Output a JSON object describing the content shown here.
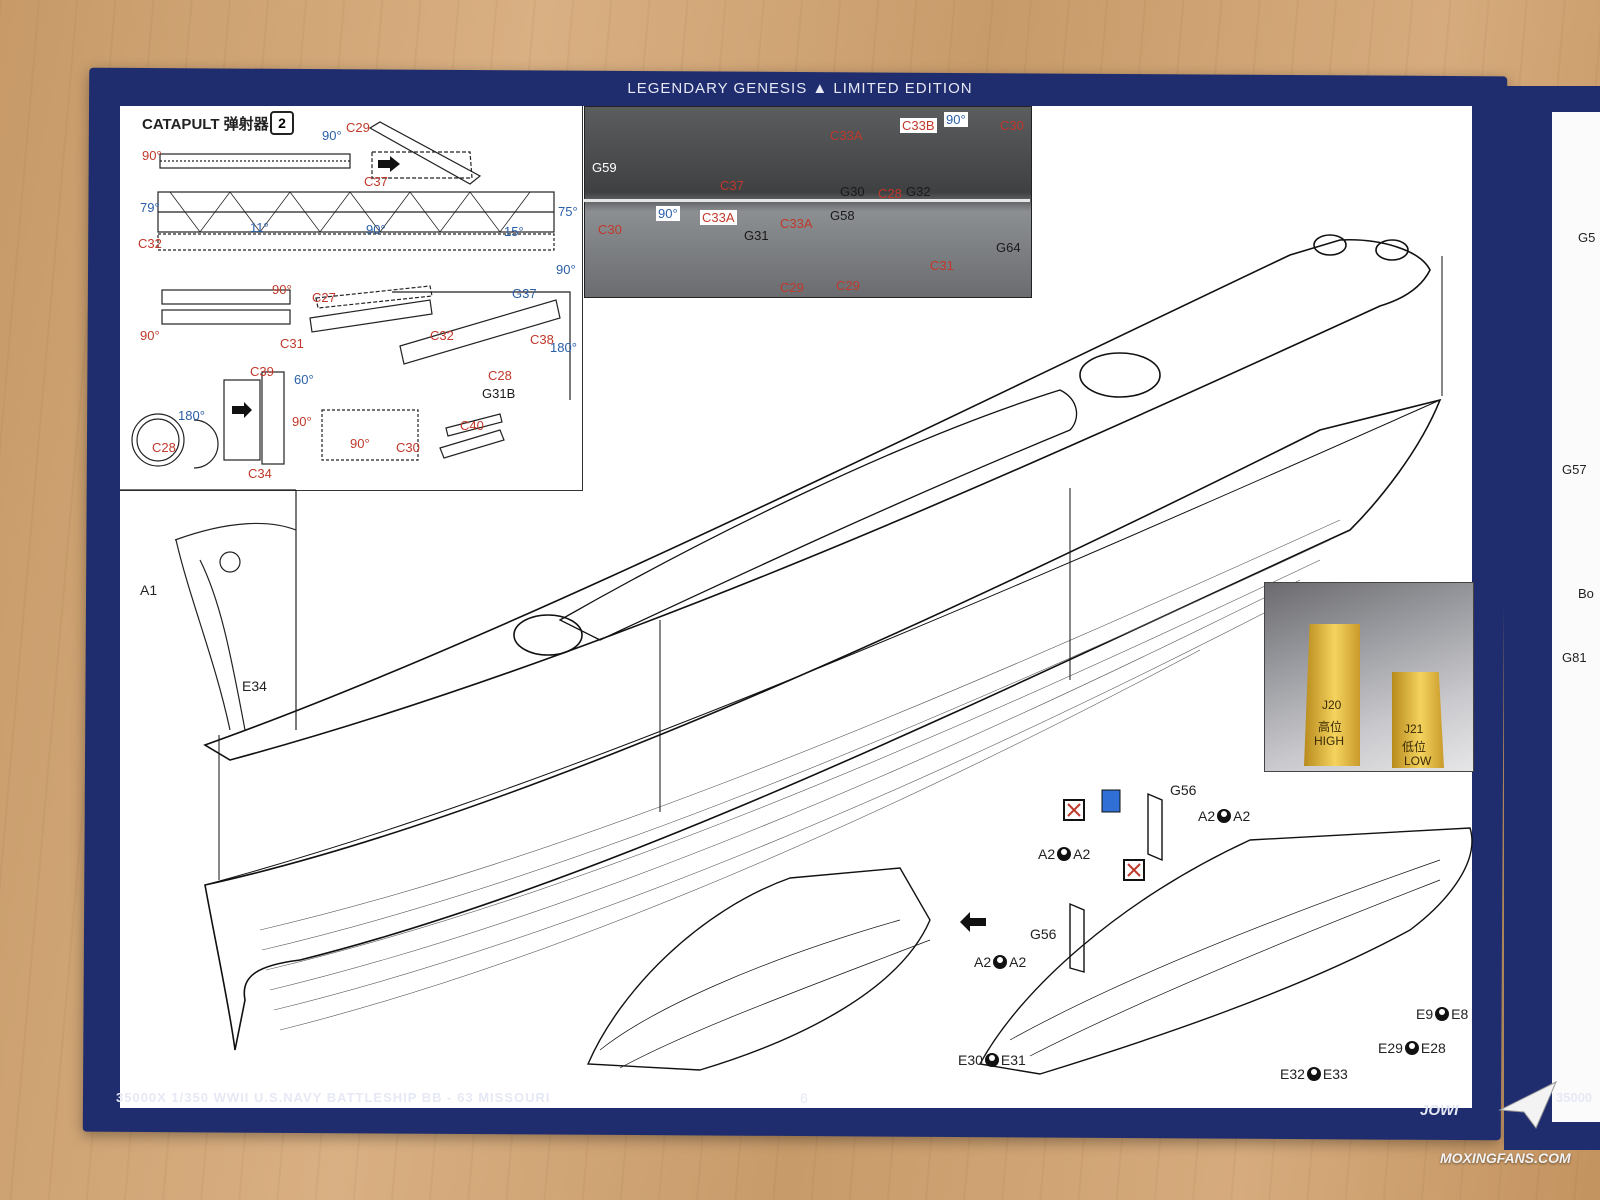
{
  "header": {
    "series": "LEGENDARY GENESIS",
    "edition": "LIMITED EDITION"
  },
  "footer": {
    "product": "35000X 1/350 WWII U.S.NAVY BATTLESHIP BB - 63 MISSOURI",
    "page": "6",
    "brand": "JOWI",
    "code_right": "35000"
  },
  "catapult": {
    "title": "CATAPULT 弹射器",
    "count": "2",
    "labels": {
      "c29": "C29",
      "c37": "C37",
      "c32": "C32",
      "c27": "C27",
      "c31": "C31",
      "g37": "G37",
      "c32b": "C32",
      "c38": "C38",
      "c28": "C28",
      "g31b": "G31B",
      "c39": "C39",
      "c34": "C34",
      "c28b": "C28",
      "c30": "C30",
      "c40": "C40"
    },
    "angles": {
      "a90_1": "90°",
      "a90_2": "90°",
      "a79": "79°",
      "a11": "11°",
      "a90_3": "90°",
      "a15": "15°",
      "a75": "75°",
      "a90_4": "90°",
      "a90_5": "90°",
      "a90_6": "90°",
      "a180": "180°",
      "a60": "60°",
      "a90_7": "90°",
      "a180b": "180°",
      "a90_8": "90°"
    }
  },
  "photo_labels": {
    "top": {
      "c33b": "C33B",
      "a90": "90°",
      "c30": "C30",
      "c33a": "C33A",
      "g59": "G59",
      "c37": "C37",
      "g30": "G30",
      "c28": "C28",
      "g32": "G32"
    },
    "bottom": {
      "a90": "90°",
      "c33a": "C33A",
      "c30": "C30",
      "c33a2": "C33A",
      "g58": "G58",
      "g31": "G31",
      "g64": "G64",
      "c31": "C31",
      "c29": "C29",
      "c29b": "C29"
    }
  },
  "hull_labels": {
    "a1": "A1",
    "e34": "E34"
  },
  "stern": {
    "g56_top": "G56",
    "a2_pair_top_r": [
      "A2",
      "A2"
    ],
    "a2_pair_top_l": [
      "A2",
      "A2"
    ],
    "g56_bottom": "G56",
    "a2_pair_bottom": [
      "A2",
      "A2"
    ],
    "e9": "E9",
    "e8": "E8",
    "e29": "E29",
    "e28": "E28",
    "e30": "E30",
    "e31": "E31",
    "e32": "E32",
    "e33": "E33"
  },
  "gold_photo": {
    "j20": "J20",
    "high_cn": "高位",
    "high": "HIGH",
    "j21": "J21",
    "low_cn": "低位",
    "low": "LOW"
  },
  "right_page": {
    "g5x": "G5",
    "g57": "G57",
    "bo": "Bo",
    "g81": "G81"
  },
  "watermark": "MOXINGFANS.COM",
  "colors": {
    "frame": "#1f2d6e",
    "paper": "#ffffff",
    "wood": "#d2a574",
    "gold": "#f4d35e",
    "red_label": "#c0392b",
    "blue_label": "#2a5fa8"
  }
}
